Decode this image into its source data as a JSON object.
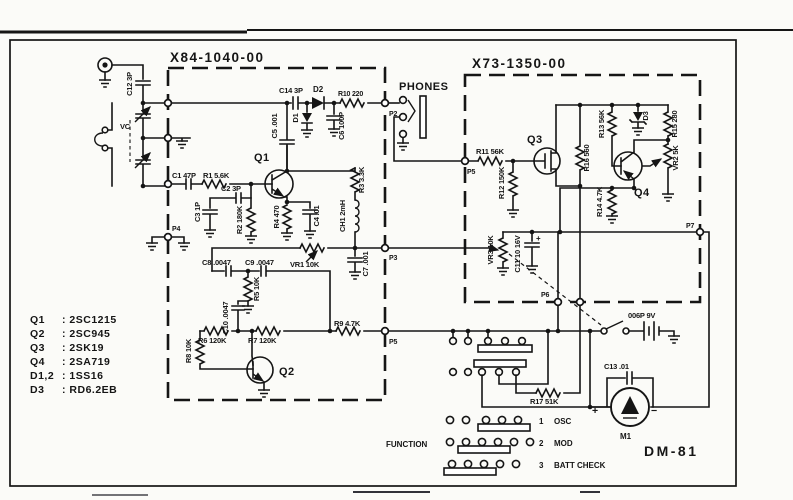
{
  "boards": {
    "oscillator": "X84-1040-00",
    "amplifier": "X73-1350-00"
  },
  "model": "DM-81",
  "headings": {
    "phones": "PHONES",
    "function": "FUNCTION"
  },
  "components": {
    "c12": "C12 3P",
    "vc": "VC",
    "c1": "C1 47P",
    "r1": "R1 5.6K",
    "q1": "Q1",
    "c2": "C2 3P",
    "c3": "C3 1P",
    "r2": "R2 180K",
    "c5": "C5 .001",
    "c14": "C14 3P",
    "d2": "D2",
    "d1": "D1",
    "c6": "C6 100P",
    "r10": "R10 220",
    "r4": "R4 470",
    "c4": "C4 .01",
    "r3": "R3 3.3K",
    "ch1": "CH1 2mH",
    "vr1": "VR1 10K",
    "c7": "C7 .001",
    "c8": "C8 .0047",
    "c9": "C9 .0047",
    "c10": "C10 .0047",
    "r5": "R5 10K",
    "r6": "R6 120K",
    "r7": "R7 120K",
    "r8": "R8 10K",
    "q2": "Q2",
    "r9": "R9 4.7K",
    "r11": "R11 56K",
    "r12": "R12 150K",
    "q3": "Q3",
    "r16": "R16 560",
    "r13": "R13 56K",
    "d3": "D3",
    "r15": "R15 280",
    "q4": "Q4",
    "r14": "R14 4.7K",
    "vr2": "VR2 5K",
    "vr3": "VR3 10K",
    "c11": "C11 10 16V",
    "c11_plus": "+",
    "c13": "C13 .01",
    "r17": "R17 51K",
    "battery": "006P 9V",
    "m1": "M1",
    "m_plus": "+",
    "m_minus": "−"
  },
  "connectors": {
    "p2": "P2",
    "p3": "P3",
    "p4": "P4",
    "p5_osc": "P5",
    "p5_amp": "P5",
    "p6": "P6",
    "p7": "P7"
  },
  "parts_list": [
    {
      "ref": "Q1",
      "val": ": 2SC1215"
    },
    {
      "ref": "Q2",
      "val": ": 2SC945"
    },
    {
      "ref": "Q3",
      "val": ": 2SK19"
    },
    {
      "ref": "Q4",
      "val": ": 2SA719"
    },
    {
      "ref": "D1,2",
      "val": ": 1SS16"
    },
    {
      "ref": "D3",
      "val": ": RD6.2EB"
    }
  ],
  "function_switch": [
    {
      "num": "1",
      "label": "OSC"
    },
    {
      "num": "2",
      "label": "MOD"
    },
    {
      "num": "3",
      "label": "BATT CHECK"
    }
  ]
}
